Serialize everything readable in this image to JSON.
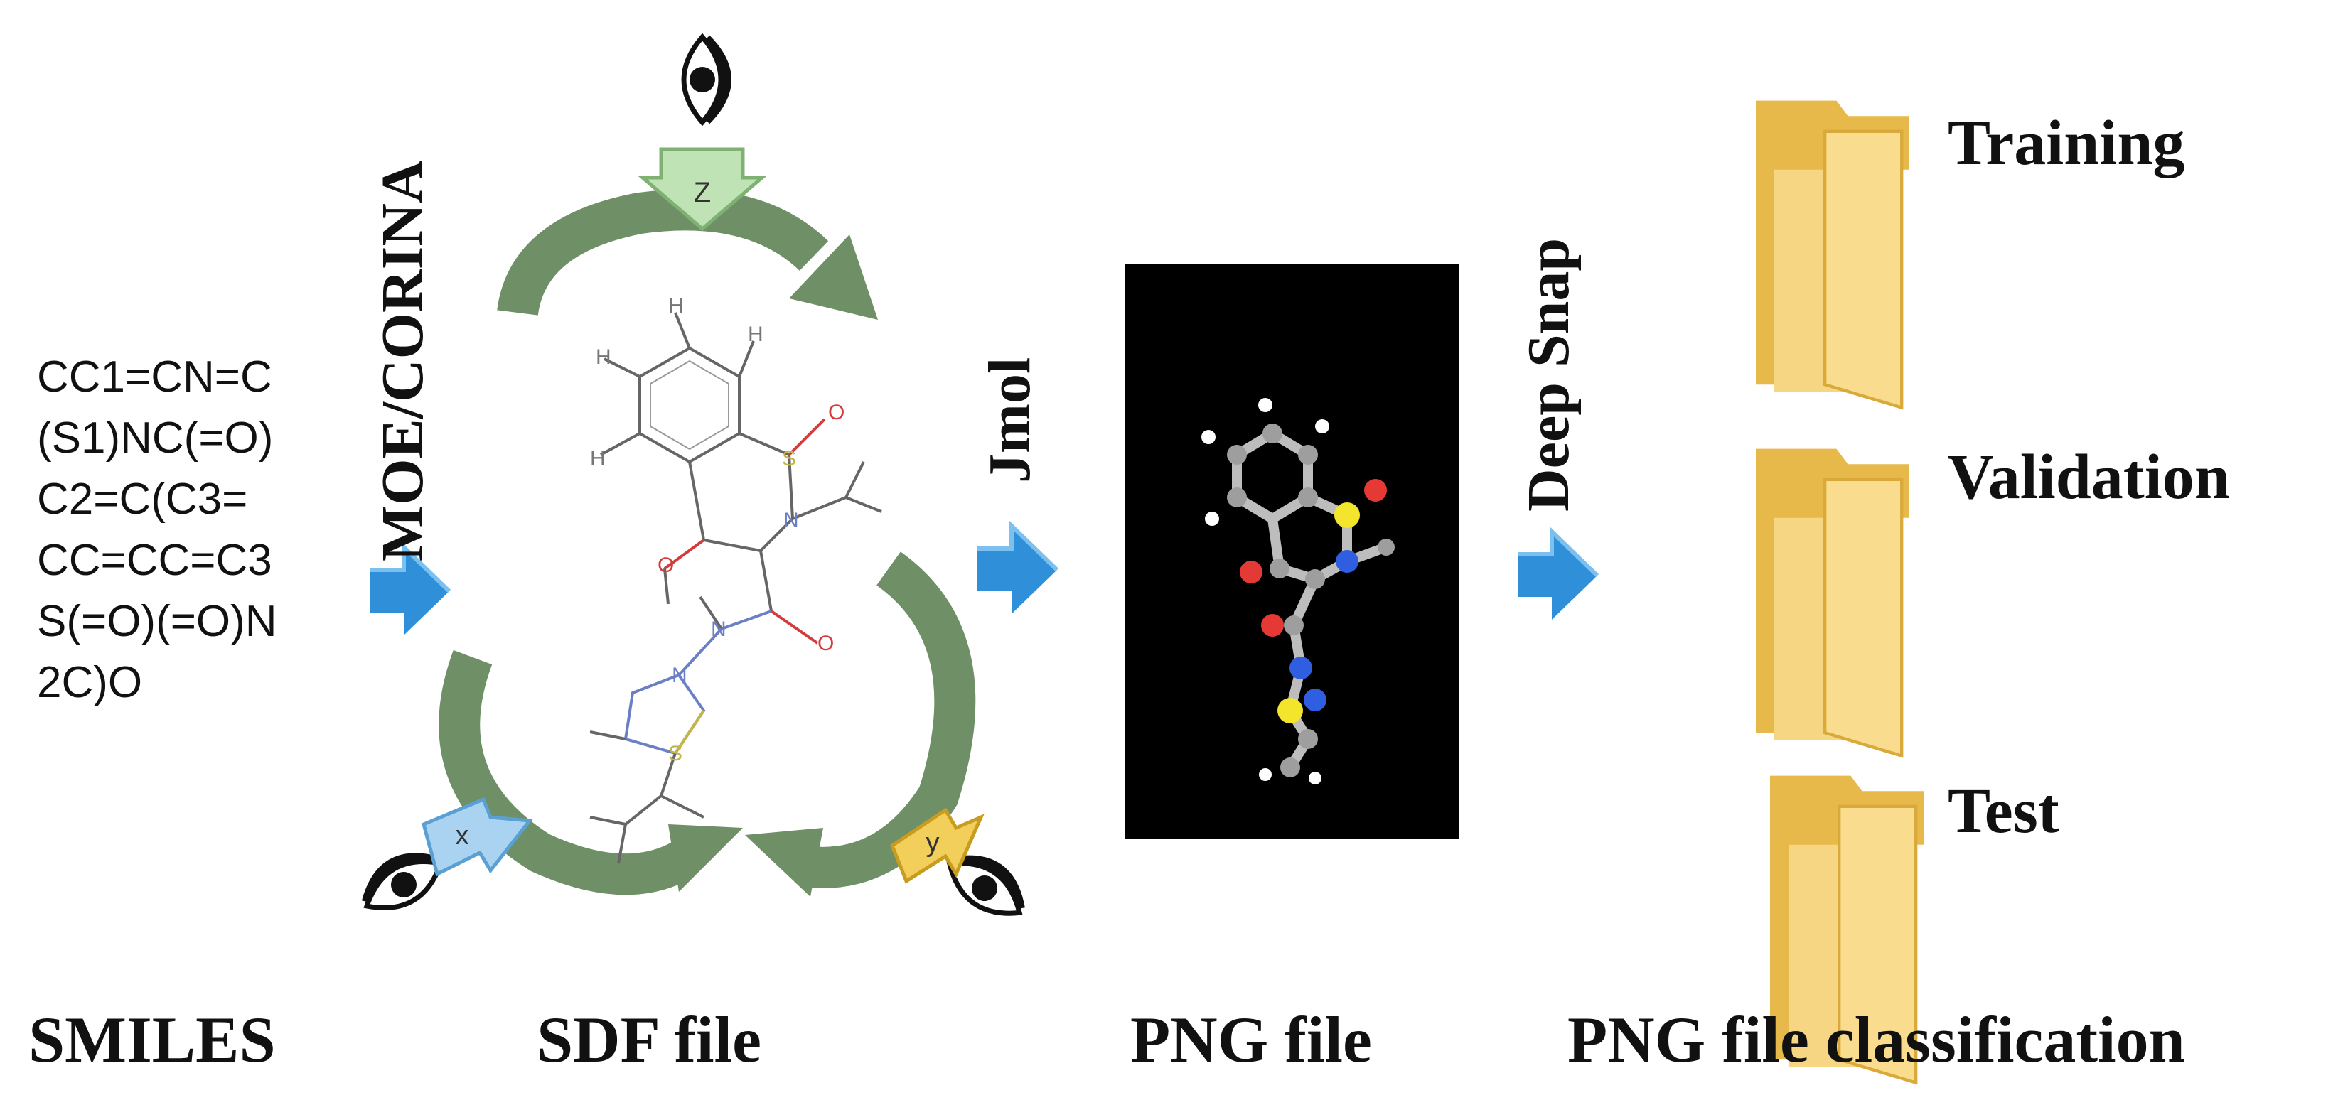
{
  "smiles": {
    "lines": [
      "CC1=CN=C",
      "(S1)NC(=O)",
      "C2=C(C3=",
      "CC=CC=C3",
      "S(=O)(=O)N",
      "2C)O"
    ]
  },
  "captions": {
    "smiles": "SMILES",
    "sdf": "SDF file",
    "png": "PNG file",
    "classification": "PNG file classification"
  },
  "tools": {
    "moe_corina": "MOE/CORINA",
    "jmol": "Jmol",
    "deep_snap": "Deep Snap"
  },
  "viewpoints": {
    "z": "Z",
    "x": "x",
    "y": "y"
  },
  "folders": [
    {
      "label": "Training"
    },
    {
      "label": "Validation"
    },
    {
      "label": "Test"
    }
  ],
  "molecule_atoms": {
    "sulfur": "S",
    "oxygen": "O",
    "nitrogen": "N",
    "hydrogen": "H"
  },
  "colors": {
    "flow_arrow": "#2f8fd8",
    "rotation_arrow": "#6f8f66",
    "z_tag": "#bfe3b4",
    "x_tag": "#a9d3f0",
    "y_tag": "#f2cf5a",
    "folder": "#f6d27a",
    "png_bg": "#000000"
  }
}
